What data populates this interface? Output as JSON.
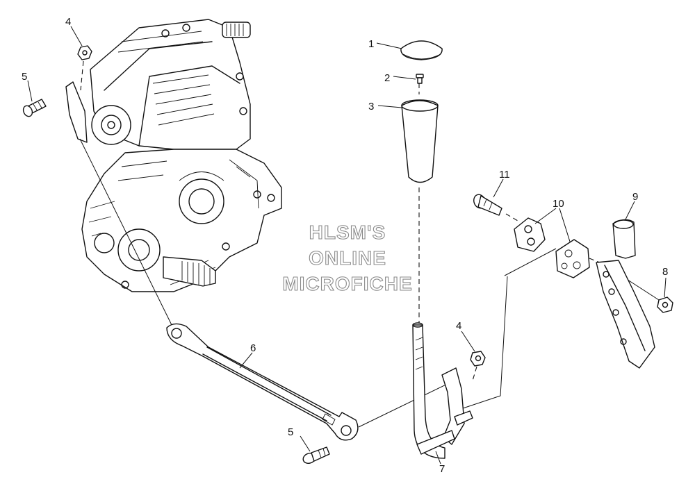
{
  "watermark": {
    "line1": "HLSM'S",
    "line2": "ONLINE",
    "line3": "MICROFICHE"
  },
  "callouts": {
    "c1": "1",
    "c2": "2",
    "c3": "3",
    "c4a": "4",
    "c4b": "4",
    "c5a": "5",
    "c5b": "5",
    "c6": "6",
    "c7": "7",
    "c8": "8",
    "c9": "9",
    "c10": "10",
    "c11": "11"
  }
}
